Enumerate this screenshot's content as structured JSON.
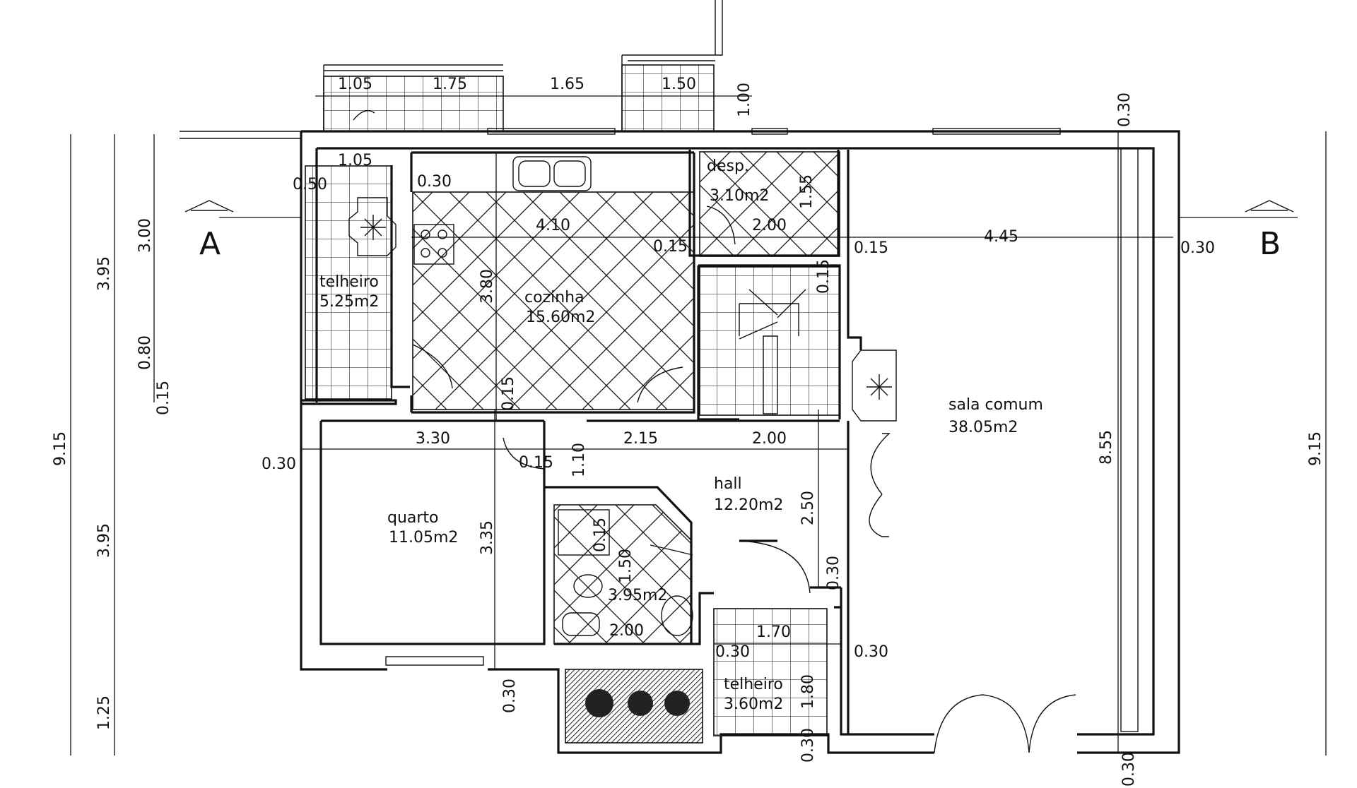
{
  "section_markers": {
    "left": "A",
    "right": "B"
  },
  "rooms": {
    "telheiro_top": {
      "name": "telheiro",
      "area": "5.25m2"
    },
    "cozinha": {
      "name": "cozinha",
      "area": "15.60m2"
    },
    "despensa": {
      "name": "desp.",
      "area": "3.10m2"
    },
    "sala_comum": {
      "name": "sala comum",
      "area": "38.05m2"
    },
    "hall": {
      "name": "hall",
      "area": "12.20m2"
    },
    "quarto": {
      "name": "quarto",
      "area": "11.05m2"
    },
    "wc": {
      "area": "3.95m2"
    },
    "telheiro_bottom": {
      "name": "telheiro",
      "area": "3.60m2"
    }
  },
  "dimensions": {
    "top_1_05": "1.05",
    "top_1_75": "1.75",
    "top_1_65": "1.65",
    "top_1_50": "1.50",
    "top_1_00": "1.00",
    "top_right_0_30": "0.30",
    "entry_1_05": "1.05",
    "entry_0_50": "0.50",
    "kitchen_0_30": "0.30",
    "kitchen_4_10": "4.10",
    "kitchen_0_15": "0.15",
    "kitchen_3_80": "3.80",
    "kitchen_0_15_v": "0.15",
    "desp_2_00": "2.00",
    "desp_1_55": "1.55",
    "stair_0_15": "0.15",
    "sala_0_15": "0.15",
    "sala_4_45": "4.45",
    "sala_0_30": "0.30",
    "sala_8_55": "8.55",
    "left_3_00": "3.00",
    "left_3_95_top": "3.95",
    "left_0_80": "0.80",
    "left_0_15": "0.15",
    "left_9_15": "9.15",
    "left_3_95_bottom": "3.95",
    "left_1_25": "1.25",
    "right_9_15": "9.15",
    "mid_0_30": "0.30",
    "mid_3_30": "3.30",
    "mid_2_15": "2.15",
    "mid_2_00": "2.00",
    "mid_0_15": "0.15",
    "mid_1_10": "1.10",
    "quarto_3_35": "3.35",
    "hall_2_50": "2.50",
    "hall_0_30": "0.30",
    "wc_0_15": "0.15",
    "wc_1_50": "1.50",
    "wc_2_00": "2.00",
    "porch_1_70": "1.70",
    "porch_0_30_left": "0.30",
    "porch_0_30_right": "0.30",
    "porch_1_80": "1.80",
    "porch_0_30_bottom": "0.30",
    "bottom_0_30_left": "0.30",
    "bottom_0_30_right": "0.30"
  }
}
